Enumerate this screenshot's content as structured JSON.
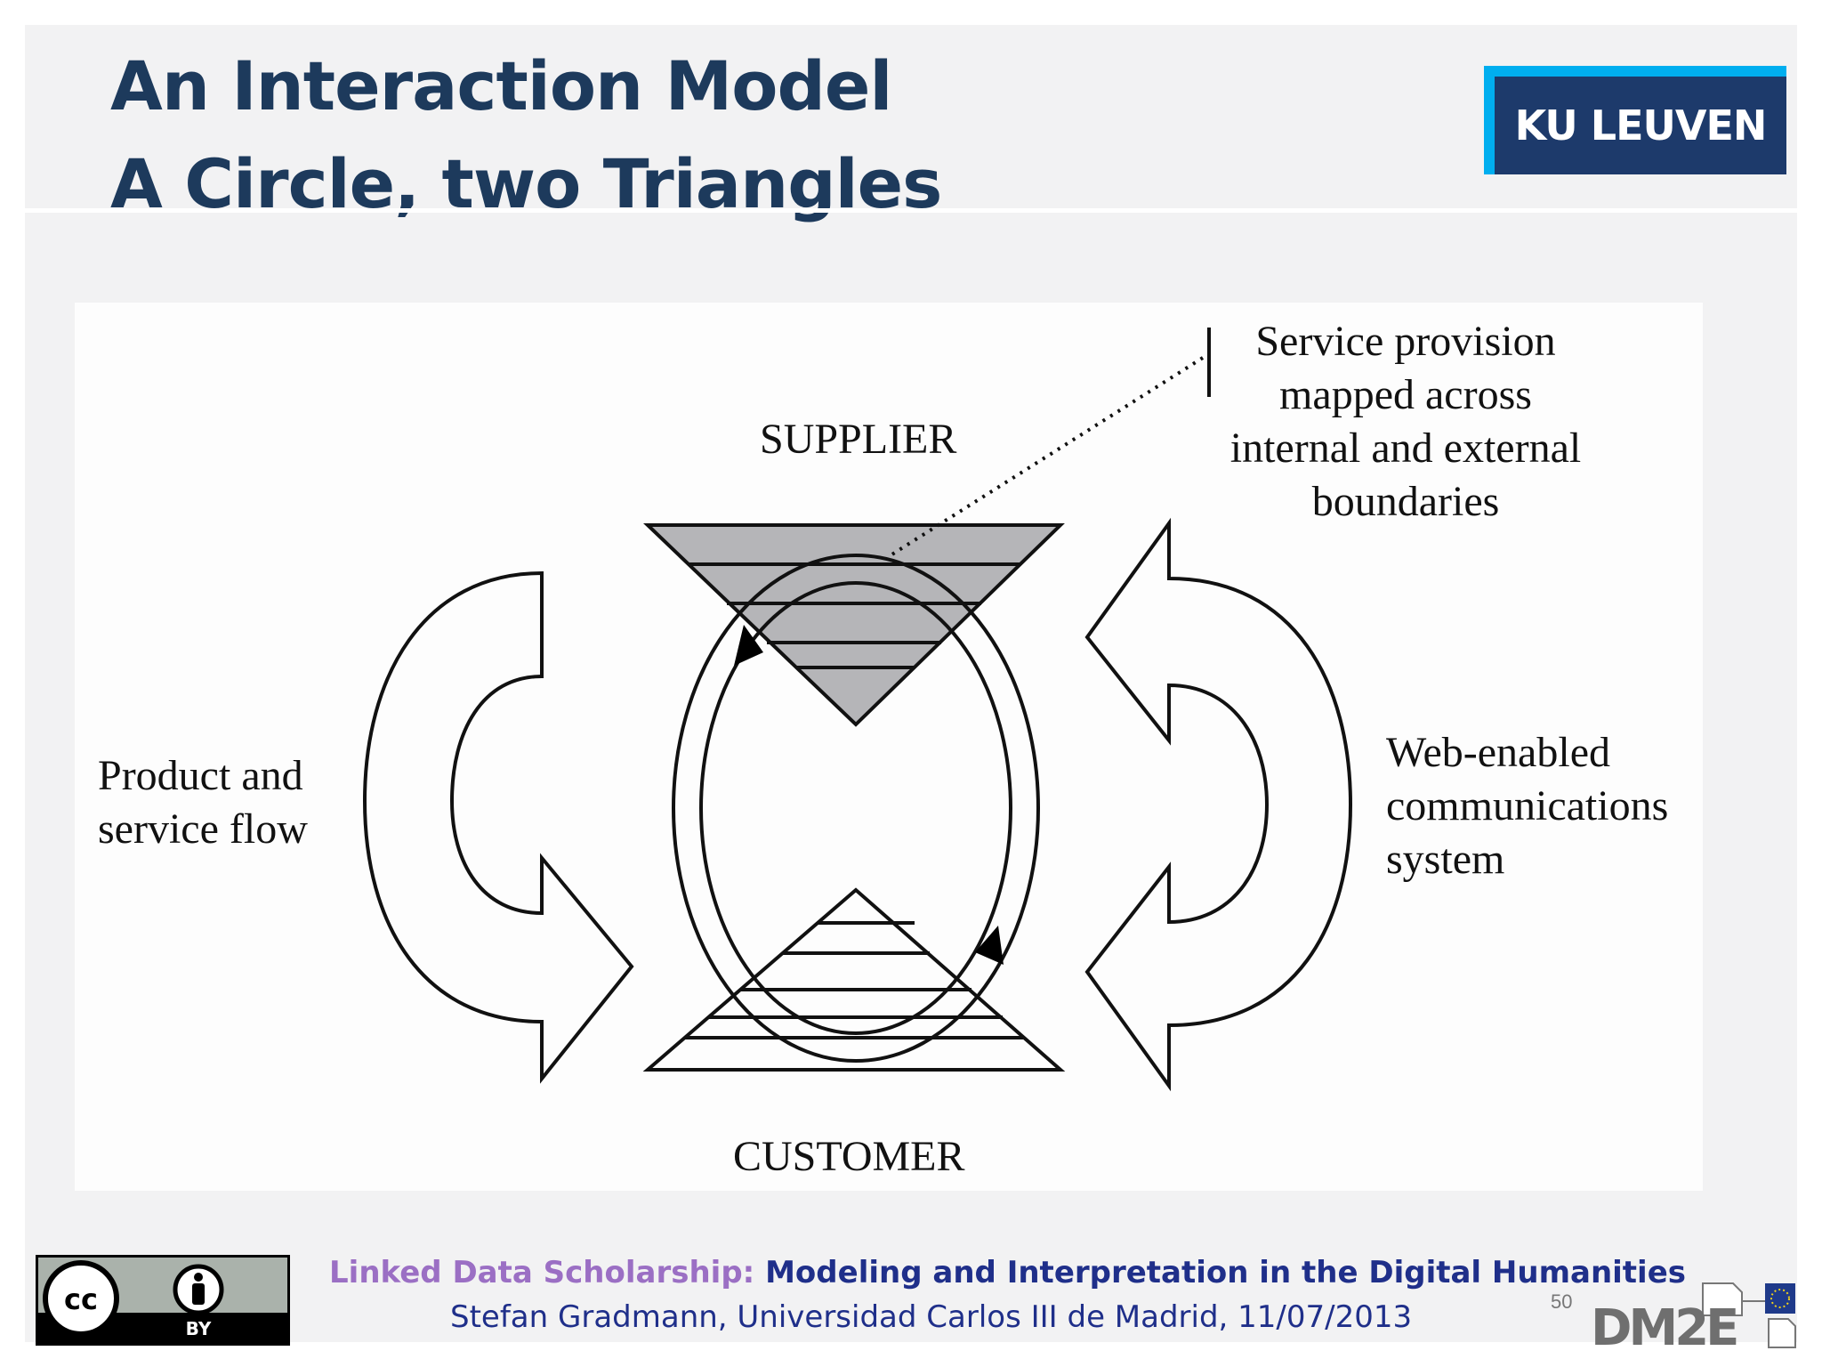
{
  "slide": {
    "title_line1": "An Interaction Model",
    "title_line2": "A Circle, two Triangles",
    "logo": "KU LEUVEN"
  },
  "diagram": {
    "supplier": "SUPPLIER",
    "customer": "CUSTOMER",
    "left_label": [
      "Product and",
      "service flow"
    ],
    "right_label": [
      "Web-enabled",
      "communications",
      "system"
    ],
    "top_right_label": [
      "Service provision",
      "mapped across",
      "internal and external",
      "boundaries"
    ]
  },
  "footer": {
    "series_prefix": "Linked Data Scholarship:",
    "series_title": " Modeling and Interpretation in the Digital Humanities",
    "author_line": "Stefan Gradmann, Universidad Carlos III de Madrid, 11/07/2013",
    "page_number": "50",
    "cc_label": "BY",
    "dm2e_logo": "DM2E"
  },
  "colors": {
    "title": "#1d3a5c",
    "prefix": "#9b6fc4",
    "series": "#1f2f8a",
    "logo_bg": "#1d3a6b",
    "logo_accent": "#00aeef"
  }
}
